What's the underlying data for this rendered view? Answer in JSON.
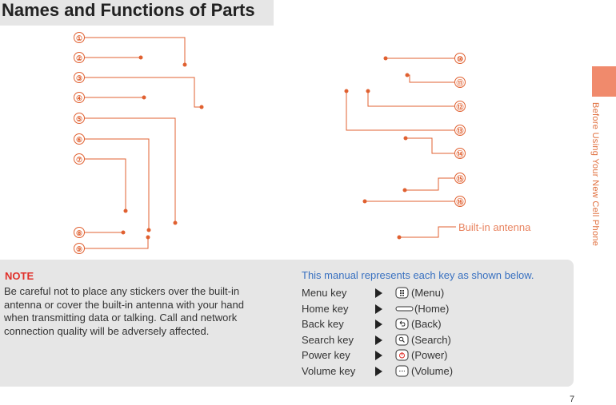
{
  "header": {
    "title": "Names and Functions of Parts"
  },
  "side_tab": {
    "label": "Before Using Your New Cell Phone"
  },
  "callouts": [
    "①",
    "②",
    "③",
    "④",
    "⑤",
    "⑥",
    "⑦",
    "⑧",
    "⑨",
    "⑩",
    "⑪",
    "⑫",
    "⑬",
    "⑭",
    "⑮",
    "⑯"
  ],
  "antenna_label": "Built-in antenna",
  "note": {
    "heading": "NOTE",
    "body": "Be careful not to place any stickers over the built-in antenna or cover the built-in antenna with your hand when transmitting data or talking. Call and network connection quality will be adversely affected."
  },
  "keys": {
    "intro": "This manual represents each key as shown below.",
    "rows": [
      {
        "name": "Menu key",
        "icon": "menu-key-icon",
        "desc": "(Menu)"
      },
      {
        "name": "Home key",
        "icon": "home-key-icon",
        "desc": "(Home)"
      },
      {
        "name": "Back key",
        "icon": "back-key-icon",
        "desc": "(Back)"
      },
      {
        "name": "Search key",
        "icon": "search-key-icon",
        "desc": "(Search)"
      },
      {
        "name": "Power key",
        "icon": "power-key-icon",
        "desc": "(Power)"
      },
      {
        "name": "Volume key",
        "icon": "volume-key-icon",
        "desc": "(Volume)"
      }
    ]
  },
  "colors": {
    "accent": "#e06030",
    "note_red": "#e0302a",
    "info_blue": "#3870c0",
    "panel_gray": "#e6e6e6"
  },
  "page_number": "7"
}
